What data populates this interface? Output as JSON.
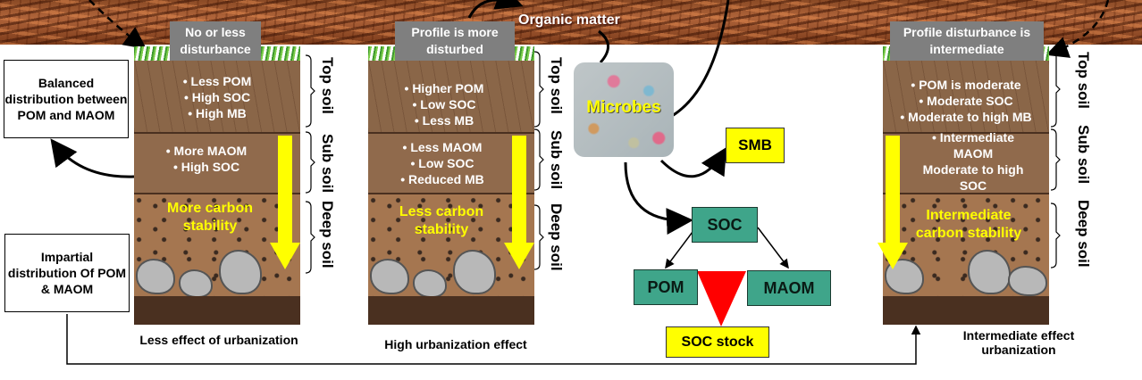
{
  "header": {
    "organic_matter_label": "Organic matter"
  },
  "side_boxes": {
    "balanced": "Balanced distribution between POM and MAOM",
    "impartial": "Impartial distribution Of  POM & MAOM"
  },
  "profiles": [
    {
      "title": "No or less disturbance",
      "topsoil_bullets": [
        "• Less POM",
        "• High SOC",
        "• High MB"
      ],
      "subsoil_bullets": [
        "• More MAOM",
        "• High SOC"
      ],
      "stability_label": "More carbon stability",
      "caption": "Less effect of urbanization"
    },
    {
      "title": "Profile is more disturbed",
      "topsoil_bullets": [
        "• Higher POM",
        "• Low SOC",
        "• Less MB"
      ],
      "subsoil_bullets": [
        "• Less MAOM",
        "• Low SOC",
        "• Reduced MB"
      ],
      "stability_label": "Less carbon stability",
      "caption": "High urbanization effect"
    },
    {
      "title": "Profile disturbance is intermediate",
      "topsoil_bullets": [
        "• POM is moderate",
        "• Moderate SOC",
        "• Moderate to high MB"
      ],
      "subsoil_bullets": [
        "• Intermediate",
        "MAOM",
        "Moderate to high",
        "SOC"
      ],
      "stability_label": "Intermediate carbon stability",
      "caption": "Intermediate effect urbanization"
    }
  ],
  "layer_labels": {
    "top": "Top soil",
    "sub": "Sub soil",
    "deep": "Deep soil"
  },
  "flow": {
    "microbes": "Microbes",
    "smb": "SMB",
    "soc": "SOC",
    "pom": "POM",
    "maom": "MAOM",
    "soc_stock": "SOC stock"
  },
  "colors": {
    "teal": "#3fa58a",
    "yellow": "#ffff00",
    "red_triangle": "#ff0000",
    "title_gray": "#7f7f7f"
  }
}
